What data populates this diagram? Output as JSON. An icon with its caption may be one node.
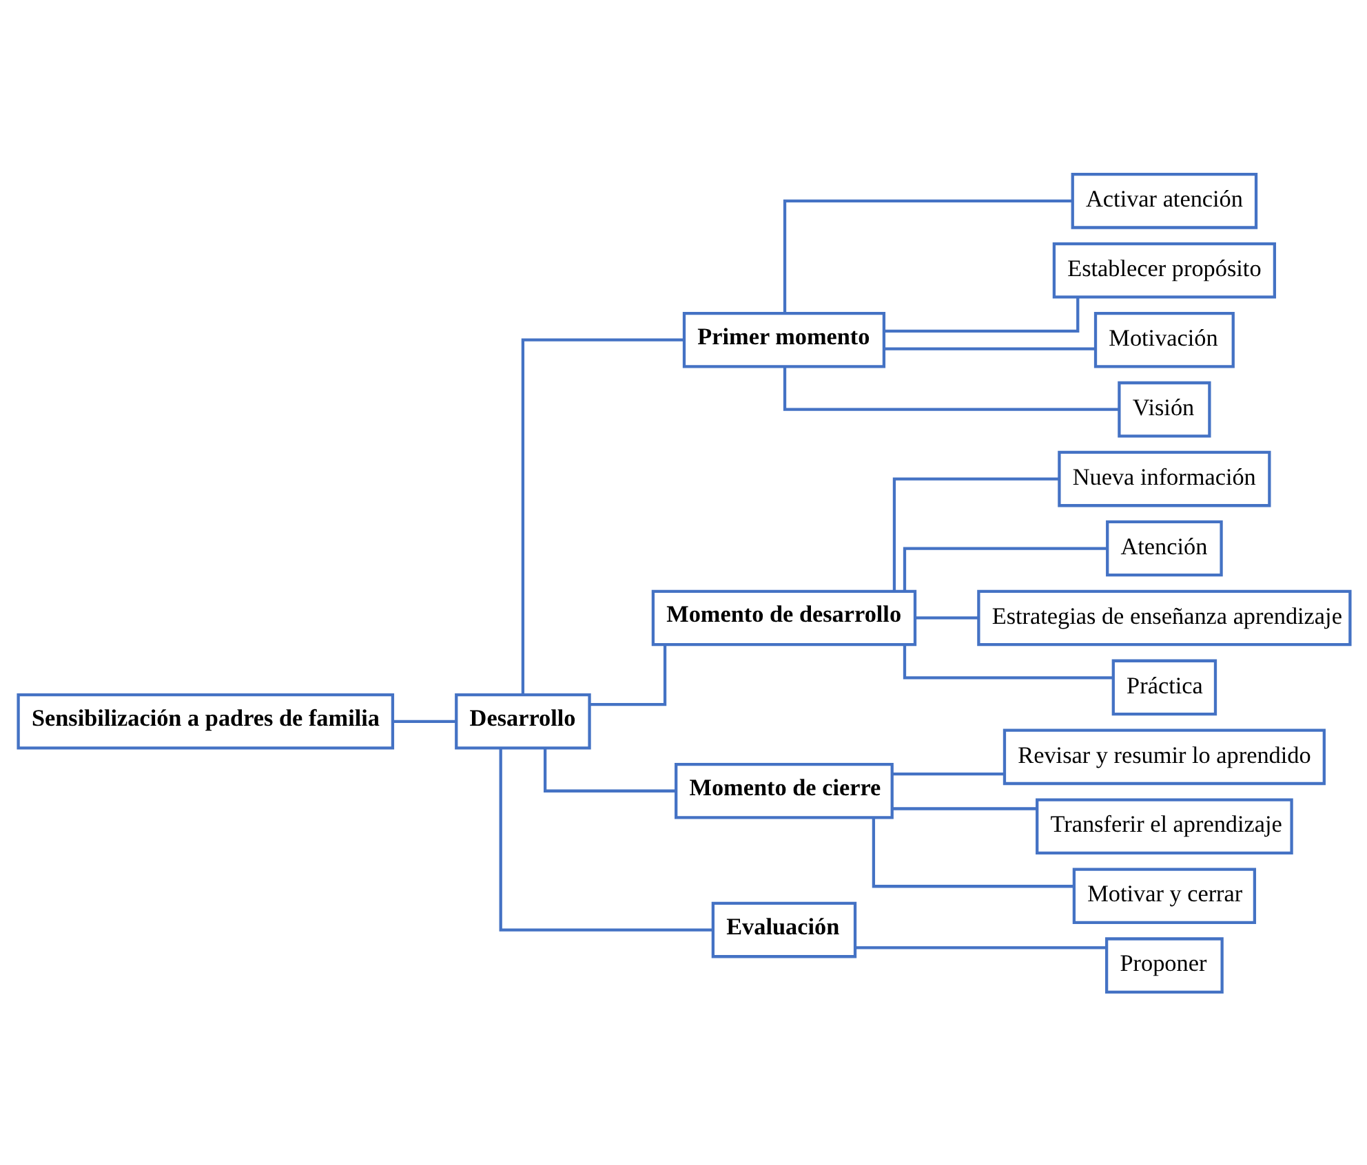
{
  "diagram": {
    "nodes": [
      {
        "text": [
          "Sensibilización a padres de familia"
        ]
      },
      {
        "text": [
          "Desarrollo"
        ]
      },
      {
        "text": [
          "Primer momento"
        ]
      },
      {
        "text": [
          "Activar atención"
        ]
      },
      {
        "text": [
          "Establecer propósito"
        ]
      },
      {
        "text": [
          "Motivación"
        ]
      },
      {
        "text": [
          "Visión"
        ]
      },
      {
        "text": [
          "Momento de desarrollo"
        ]
      },
      {
        "text": [
          "Nueva información"
        ]
      },
      {
        "text": [
          "Atención"
        ]
      },
      {
        "text": [
          "Estrategias de enseñanza aprendizaje"
        ]
      },
      {
        "text": [
          "Práctica"
        ]
      },
      {
        "text": [
          "Momento de cierre"
        ]
      },
      {
        "text": [
          "Revisar y resumir lo aprendido"
        ]
      },
      {
        "text": [
          "Transferir el aprendizaje"
        ]
      },
      {
        "text": [
          "Motivar y cerrar"
        ]
      },
      {
        "text": [
          "Evaluación"
        ]
      },
      {
        "text": [
          "Proponer"
        ]
      }
    ],
    "edges": [
      {
        "from": 0,
        "to": 1,
        "arrow": "none"
      },
      {
        "from": 1,
        "to": 2,
        "arrow": "none"
      },
      {
        "from": 1,
        "to": 7,
        "arrow": "none"
      },
      {
        "from": 1,
        "to": 12,
        "arrow": "none"
      },
      {
        "from": 1,
        "to": 16,
        "arrow": "none"
      },
      {
        "from": 2,
        "to": 3,
        "arrow": "none"
      },
      {
        "from": 2,
        "to": 4,
        "arrow": "none"
      },
      {
        "from": 2,
        "to": 5,
        "arrow": "none"
      },
      {
        "from": 2,
        "to": 6,
        "arrow": "none"
      },
      {
        "from": 7,
        "to": 8,
        "arrow": "none"
      },
      {
        "from": 7,
        "to": 9,
        "arrow": "none"
      },
      {
        "from": 7,
        "to": 10,
        "arrow": "none"
      },
      {
        "from": 7,
        "to": 11,
        "arrow": "none"
      },
      {
        "from": 12,
        "to": 13,
        "arrow": "none"
      },
      {
        "from": 12,
        "to": 14,
        "arrow": "none"
      },
      {
        "from": 12,
        "to": 15,
        "arrow": "none"
      },
      {
        "from": 16,
        "to": 17,
        "arrow": "none"
      }
    ]
  }
}
